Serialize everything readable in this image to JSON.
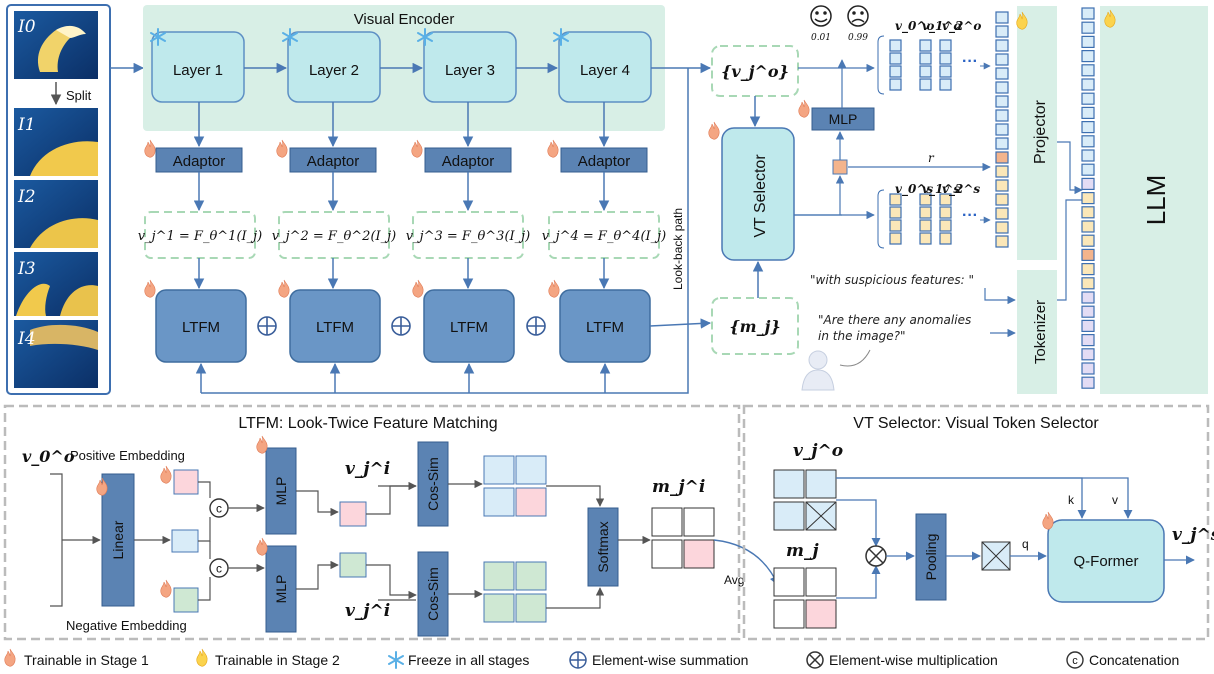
{
  "images": [
    "I0",
    "I1",
    "I2",
    "I3",
    "I4"
  ],
  "split_label": "Split",
  "encoder_title": "Visual Encoder",
  "layers": [
    "Layer 1",
    "Layer 2",
    "Layer 3",
    "Layer 4"
  ],
  "adaptor_label": "Adaptor",
  "features": [
    "v_j^1 = F_θ^1(I_j)",
    "v_j^2 = F_θ^2(I_j)",
    "v_j^3 = F_θ^3(I_j)",
    "v_j^4 = F_θ^4(I_j)"
  ],
  "ltfm_label": "LTFM",
  "lookback_label": "Look-back path",
  "vo_set": "{v_j^o}",
  "m_set": "{m_j}",
  "vt_selector_label": "VT Selector",
  "mlp_label": "MLP",
  "scores": {
    "good": "0.01",
    "bad": "0.99"
  },
  "vo_tokens": [
    "v_0^o",
    "v_1^o",
    "v_2^o"
  ],
  "vs_tokens": [
    "v_0^s",
    "v_1^s",
    "v_2^s"
  ],
  "r_label": "r",
  "projector_label": "Projector",
  "tokenizer_label": "Tokenizer",
  "llm_label": "LLM",
  "prompt1": "\"with suspicious features: \"",
  "prompt2_line1": "\"Are there any anomalies",
  "prompt2_line2": "in the image?\"",
  "ltfm_panel": {
    "title": "LTFM: Look-Twice Feature Matching",
    "input": "v_0^o",
    "pos_label": "Positive Embedding",
    "neg_label": "Negative Embedding",
    "linear": "Linear",
    "mlp": "MLP",
    "cossim": "Cos-Sim",
    "softmax": "Softmax",
    "vi": "v_j^i",
    "mi": "m_j^i",
    "concat": "c",
    "avg": "Avg"
  },
  "vt_panel": {
    "title": "VT Selector: Visual Token Selector",
    "vo": "v_j^o",
    "m": "m_j",
    "pooling": "Pooling",
    "q": "q",
    "k": "k",
    "v": "v",
    "qformer": "Q-Former",
    "vs": "v_j^s"
  },
  "legend": {
    "stage1": "Trainable in Stage 1",
    "stage2": "Trainable in Stage 2",
    "freeze": "Freeze in all stages",
    "sum": "Element-wise summation",
    "mult": "Element-wise multiplication",
    "concat": "Concatenation"
  }
}
